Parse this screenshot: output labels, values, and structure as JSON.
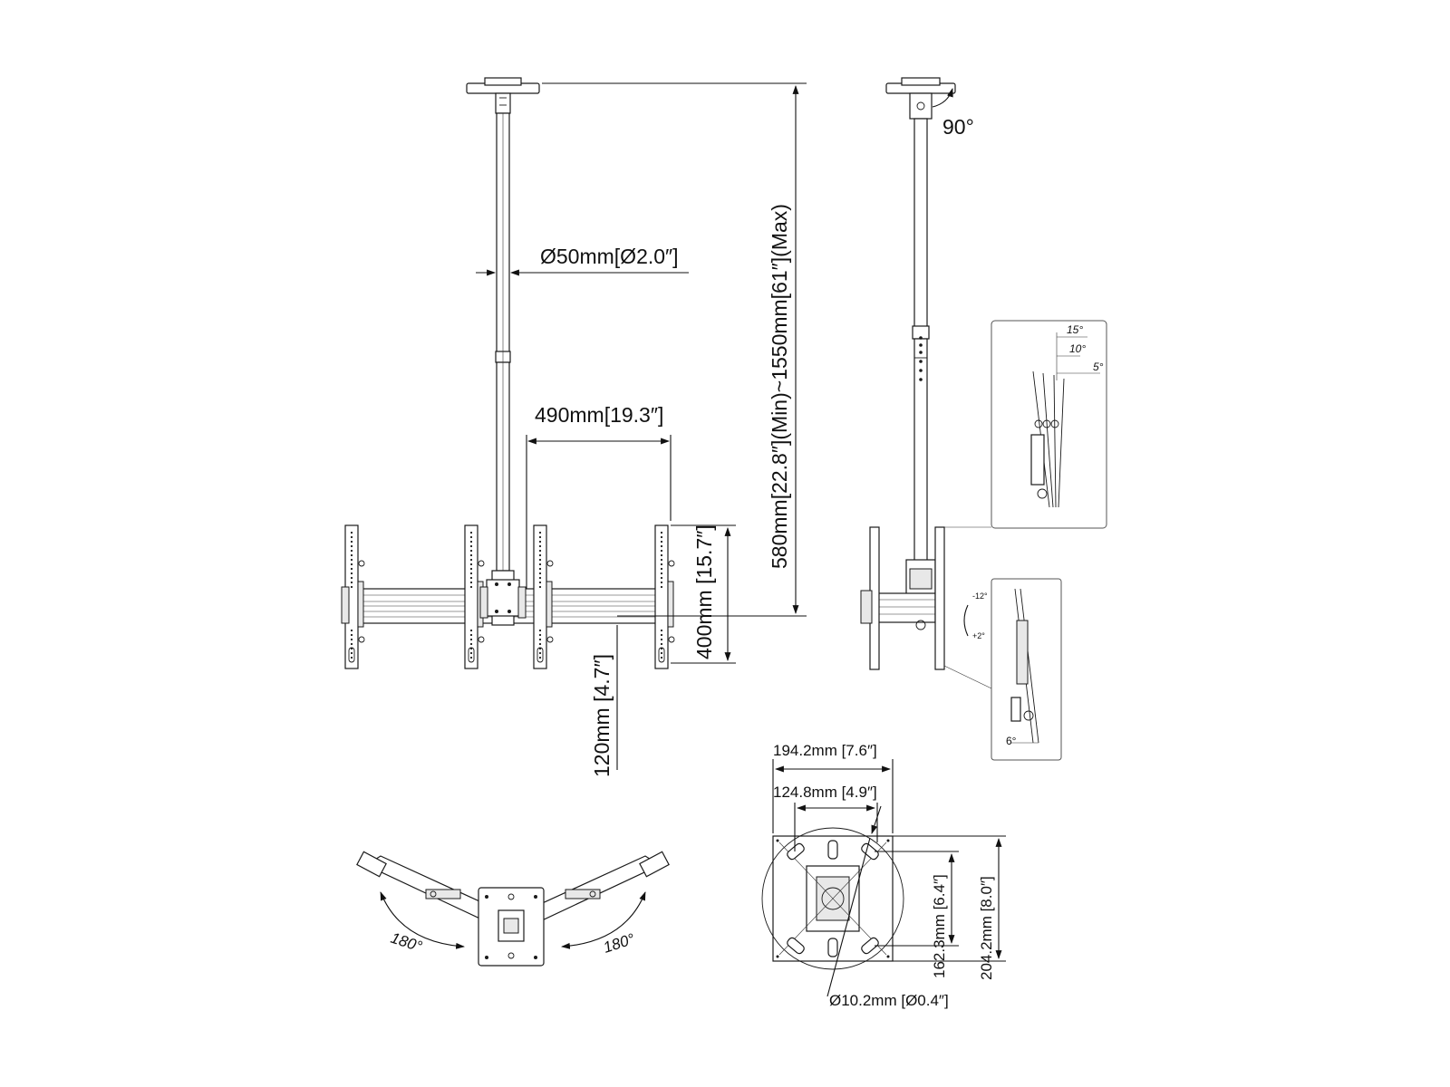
{
  "dimensions": {
    "pole_diameter": "Ø50mm[Ø2.0″]",
    "pole_height_range": "580mm[22.8″](Min)~1550mm[61″](Max)",
    "arm_spacing": "490mm[19.3″]",
    "bracket_height": "400mm [15.7″]",
    "bracket_offset": "120mm [4.7″]",
    "plate_width": "194.2mm [7.6″]",
    "hole_spacing_width": "124.8mm [4.9″]",
    "hole_spacing_height": "162.3mm [6.4″]",
    "plate_height": "204.2mm [8.0″]",
    "hole_diameter": "Ø10.2mm [Ø0.4″]"
  },
  "angles": {
    "ceiling_rotation": "90°",
    "tilt_15": "15°",
    "tilt_10": "10°",
    "tilt_5": "5°",
    "tilt_minus12": "-12°",
    "tilt_plus2": "+2°",
    "tilt_6": "6°",
    "swivel_left": "180°",
    "swivel_right": "180°"
  },
  "colors": {
    "line": "#1a1a1a",
    "background": "#ffffff"
  }
}
